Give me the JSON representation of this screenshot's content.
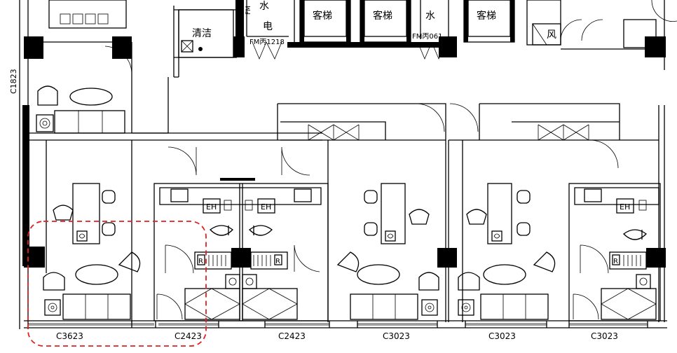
{
  "labels": {
    "water_top": "水",
    "electric": "电",
    "cleaning": "清洁",
    "elevator_1": "客梯",
    "elevator_2": "客梯",
    "elevator_3": "客梯",
    "water_right": "水",
    "wind": "风",
    "fm_1": "FM丙1218",
    "fm_2": "FM丙061",
    "fm_small": "FM",
    "window_vertical": "C1823",
    "window_1": "C3623",
    "window_2": "C2423",
    "window_3": "C2423",
    "window_4": "C3023",
    "window_5": "C3023",
    "window_6": "C3023",
    "eh_1": "EH",
    "eh_2": "EH",
    "eh_3": "EH",
    "r_1": "R",
    "r_2": "R",
    "r_3": "R"
  },
  "colors": {
    "line": "#000000",
    "highlight": "#e0201e",
    "background": "#ffffff"
  }
}
